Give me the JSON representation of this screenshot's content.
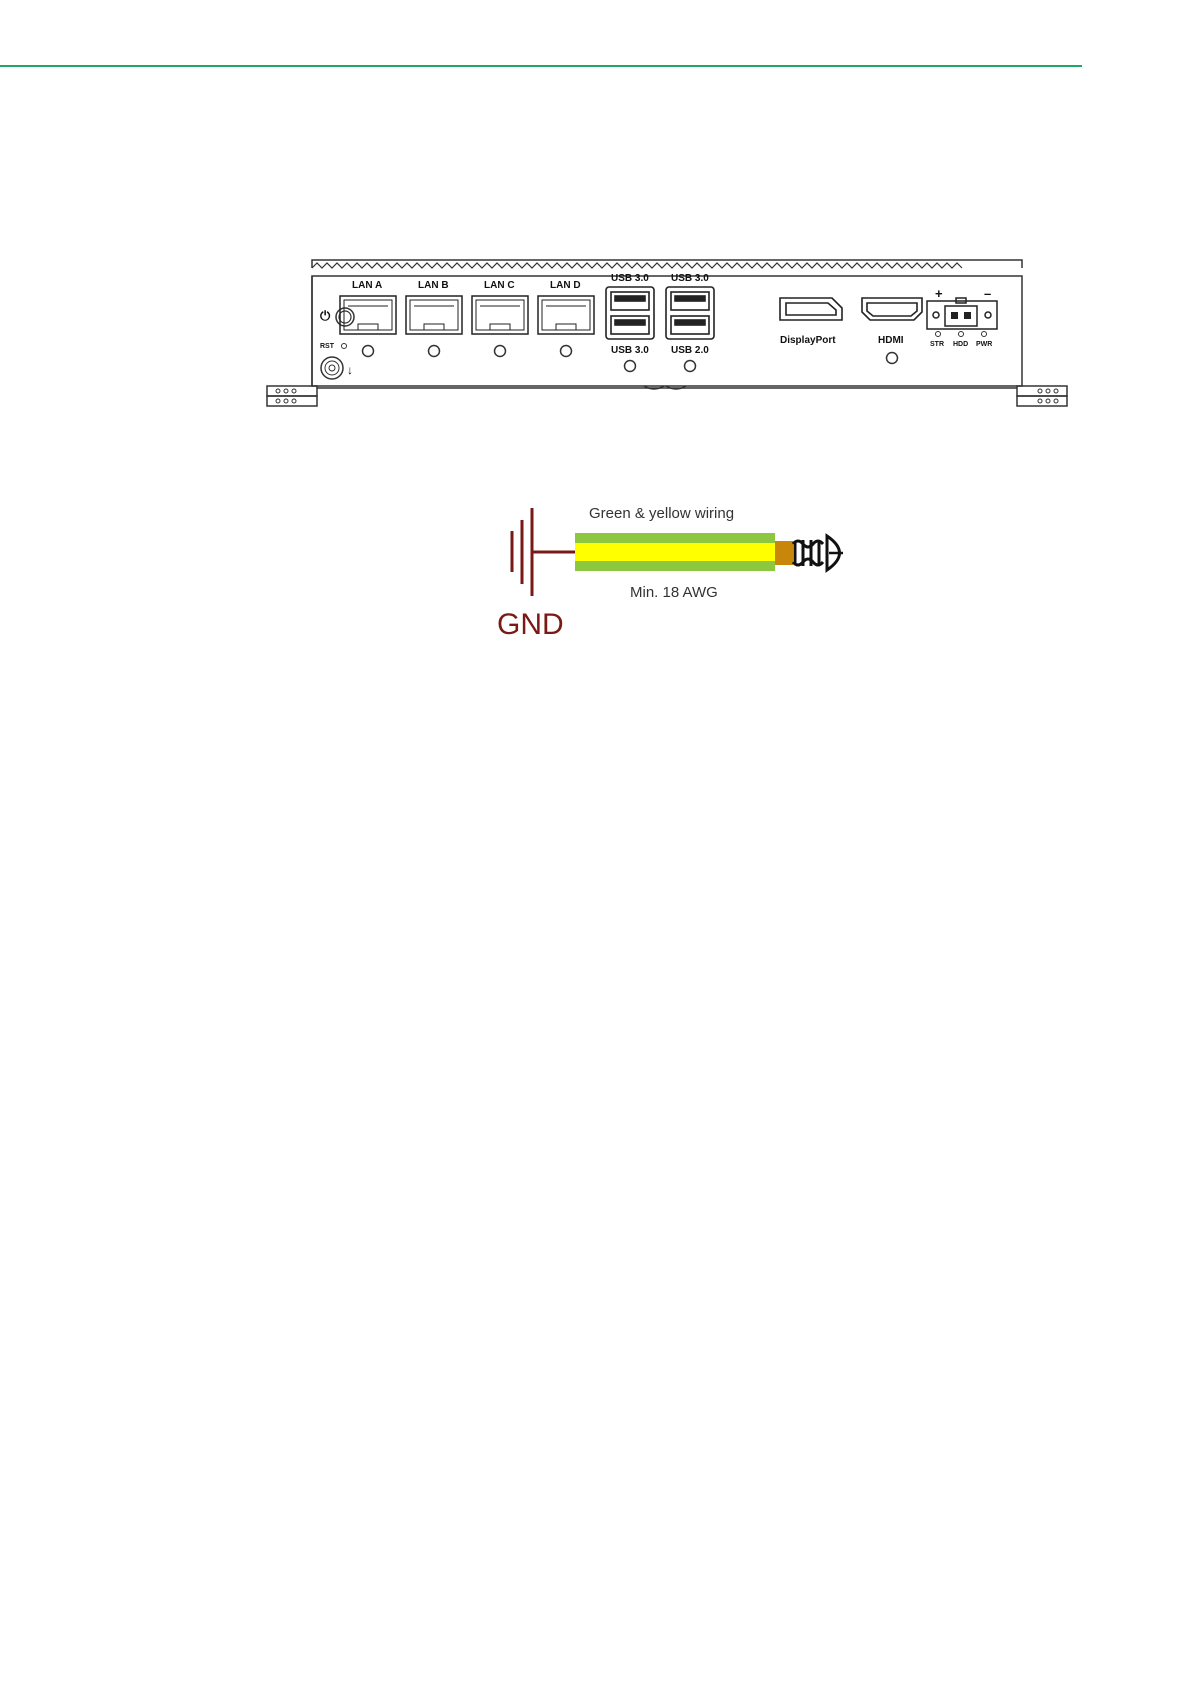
{
  "header": {
    "rule_color": "#1fa863"
  },
  "rear_panel": {
    "lan_labels": [
      "LAN A",
      "LAN B",
      "LAN C",
      "LAN D"
    ],
    "usb_top_labels": [
      "USB 3.0",
      "USB 3.0"
    ],
    "usb_bottom_labels": [
      "USB 3.0",
      "USB 2.0"
    ],
    "displayport_label": "DisplayPort",
    "hdmi_label": "HDMI",
    "reset_label": "RST",
    "power_plus": "+",
    "power_minus": "–",
    "led_labels": [
      "STR",
      "HDD",
      "PWR"
    ],
    "power_button_icon": "power-icon",
    "ground_arrow_icon": "ground-arrow-icon"
  },
  "grounding": {
    "wire_label": "Green & yellow wiring",
    "gauge_label": "Min. 18 AWG",
    "gnd_label": "GND",
    "wire_green": "#8dc63f",
    "wire_yellow": "#ffff00",
    "gnd_color": "#7a1a16"
  }
}
